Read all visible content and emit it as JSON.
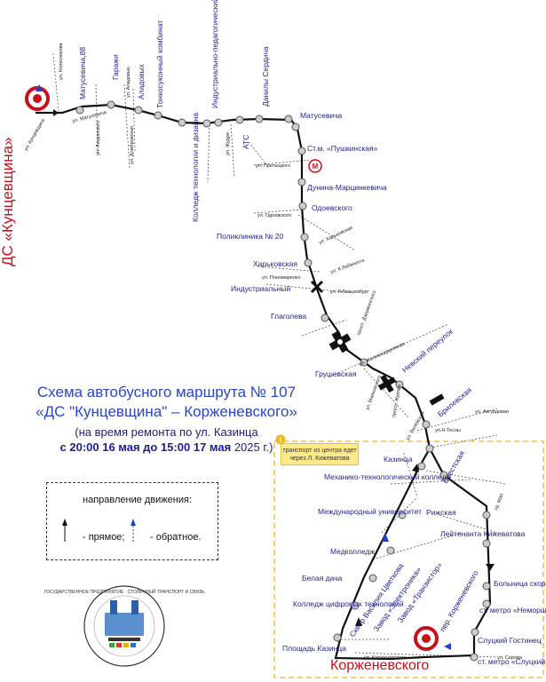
{
  "title_line1": "Схема автобусного маршрута № 107",
  "title_line2": "«ДС \"Кунцевщина\" – Корженевского»",
  "subtitle": "(на время ремонта по ул. Казинца",
  "dates": "с 20:00 16 мая до 15:00 17 мая",
  "dates_year": "2025 г.)",
  "terminus_start": "ДС «Кунцевщина»",
  "terminus_end": "Корженевского",
  "note": "транспорт из центра едет через Л. Кижеватова",
  "legend": {
    "heading": "направление движения:",
    "forward": "- прямое;",
    "reverse": "- обратное."
  },
  "logo_text": "ГОСУДАРСТВЕННОЕ ПРЕДПРИЯТИЕ · СТОЛИЧНЫЙ ТРАНСПОРТ И СВЯЗЬ",
  "stops": {
    "matusevicha88": "Матусевича,88",
    "garazhi": "Гаражи",
    "aladovyh": "Аладовых",
    "tonko": "Тонкосуконный комбинат",
    "college_tech": "Колледж технологии и дизайна",
    "industr_ped": "Индустриально-педагогический колледж",
    "ats": "АТС",
    "danily": "Данилы Сердича",
    "matusevicha": "Матусевича",
    "pushkinskaya": "Ст.м. «Пушкинская»",
    "dunina": "Дунина-Марцинкевича",
    "odoevskogo": "Одоевского",
    "poliklinika": "Поликлиника № 20",
    "harkovskaya": "Харьковская",
    "industrialny": "Индустриальный",
    "glagoleva": "Глаголева",
    "grushevskaya": "Грушевская",
    "nevsky": "Невский переулок",
    "brilevskaya": "Брилевская",
    "kazinca": "Казинца",
    "mehanico": "Механико-технологический колледж",
    "brestskaya": "Брестская",
    "mezhdunar": "Международный университет",
    "rizhskaya": "Рижская",
    "lejt_kizh": "Лейтенанта Кижеватова",
    "medcollege": "Медколледж",
    "belaya_dacha": "Белая дача",
    "college_digital": "Колледж цифровых технологий",
    "bolnica": "Больница скорой помощи",
    "nemiga_sad": "ст. метро «Неморшанский Сад»",
    "slucky": "Слуцкий Гостинец",
    "ploshad_kazinca": "Площадь Казинца",
    "sq_vasilia": "Сквер Василия Цветкова",
    "zavod_electronica": "Завод «Электроника»",
    "zavod_transistor": "Завод «Транзистор»",
    "per_korzh": "пер. Корженевского",
    "st_slucky": "ст. метро «Слуцкий Гостинец»"
  },
  "streets": {
    "kolasa": "ул. Колесникова",
    "matusevicha": "ул. Матусевича",
    "zhukova": "ул. Жудро",
    "lyakovskogo": "ул. Лещинского",
    "dombrovskogo": "ул. Домбровская",
    "aladovyh": "ул. Аладовых",
    "pritytskogo": "ул. Притыцкого",
    "odoevskogo": "ул. Одоевского",
    "harkovskaya": "ул. Харьковская",
    "ponomarenko": "ул. Пономаренко",
    "libknehta": "ул. К.Либкнехта",
    "luxemburg": "ул. Р.Люксембург",
    "zhelezn": "ул. Железнодорожная",
    "mayakovskogo": "ул. Маяковского",
    "azgur": "ул. Азгурдовая",
    "tesly": "ул.Н.Теслы",
    "vyleja": "ул. Вилейская",
    "korzhen": "ул. Корженевского",
    "serova": "ул. Серова",
    "kuncevsh": "ул. Кунцевщина",
    "zhukov_pr": "просп. Жукова",
    "dzerzh": "просп. Дзержинского",
    "mosk": "пр. Мая"
  },
  "colors": {
    "route": "#000000",
    "stop_fill": "#cccccc",
    "title": "#2b45c8",
    "terminal": "#c8101a",
    "stop_label": "#1f1f8f"
  }
}
